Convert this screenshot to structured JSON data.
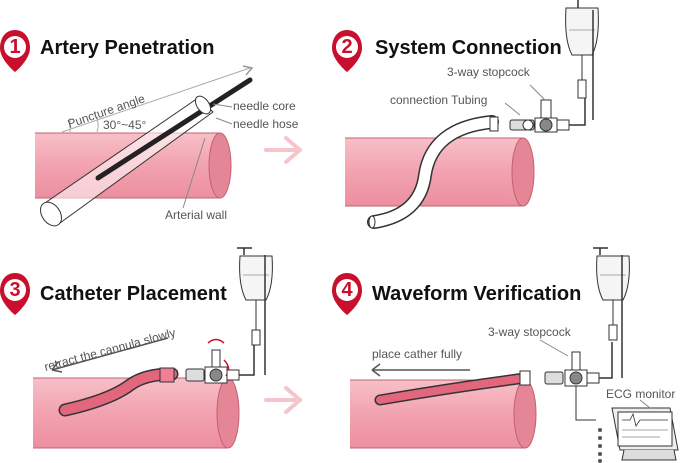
{
  "colors": {
    "vessel_fill": "#f2a7b3",
    "vessel_fill_dark": "#e07c90",
    "marker": "#c8102e",
    "arrow_light": "#f6c5cc",
    "line": "#222222",
    "text_label": "#555555"
  },
  "steps": [
    {
      "number": "1",
      "title": "Artery Penetration"
    },
    {
      "number": "2",
      "title": "System Connection"
    },
    {
      "number": "3",
      "title": "Catheter Placement"
    },
    {
      "number": "4",
      "title": "Waveform Verification"
    }
  ],
  "labels": {
    "puncture_angle": "Puncture angle",
    "angle_range": "30°~45°",
    "needle_core": "needle core",
    "needle_hose": "needle hose",
    "arterial_wall": "Arterial wall",
    "stopcock_2": "3-way stopcock",
    "connection_tubing": "connection Tubing",
    "retract": "retract the cannula slowly",
    "place_fully": "place cather fully",
    "stopcock_4": "3-way stopcock",
    "ecg_monitor": "ECG monitor"
  },
  "icons": [
    "location-pin-icon",
    "chevron-right-icon",
    "iv-bag-icon",
    "stopcock-icon",
    "monitor-icon"
  ]
}
